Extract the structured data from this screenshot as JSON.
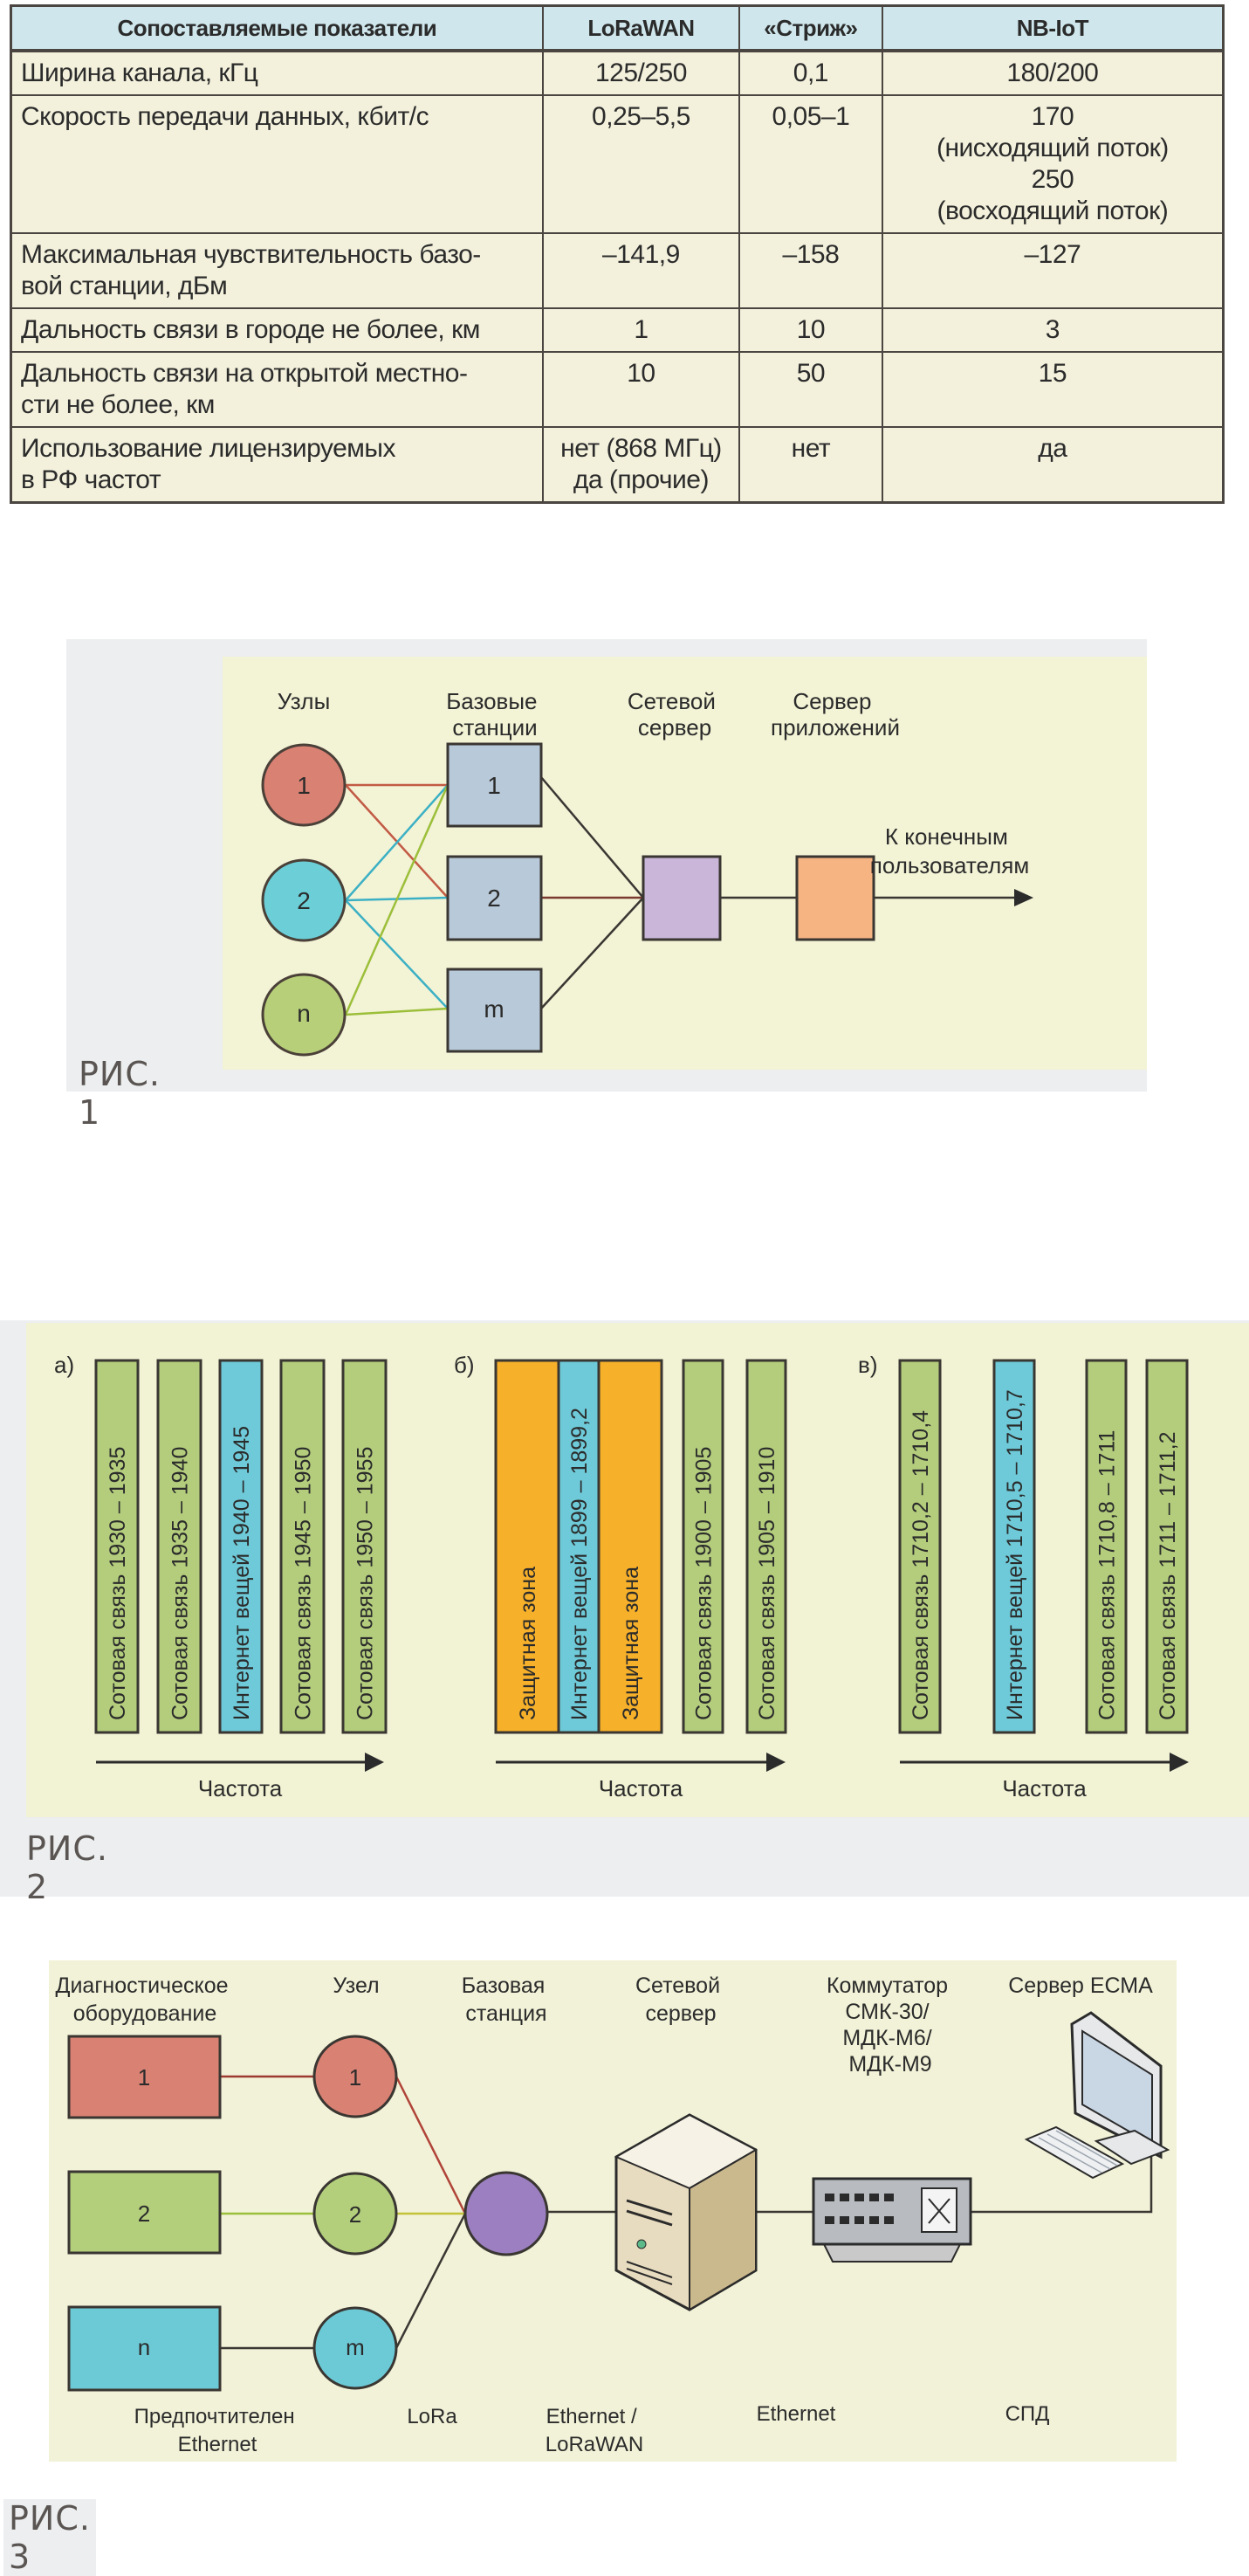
{
  "table": {
    "headers": [
      "Сопоставляемые показатели",
      "LoRaWAN",
      "«Стриж»",
      "NB-IoT"
    ],
    "rows": [
      {
        "param": [
          "Ширина канала, кГц"
        ],
        "lorawan": [
          "125/250"
        ],
        "strizh": [
          "0,1"
        ],
        "nbiot": [
          "180/200"
        ]
      },
      {
        "param": [
          "Скорость передачи данных, кбит/с"
        ],
        "lorawan": [
          "0,25–5,5"
        ],
        "strizh": [
          "0,05–1"
        ],
        "nbiot": [
          "170",
          "(нисходящий поток)",
          "250",
          "(восходящий поток)"
        ]
      },
      {
        "param": [
          "Максимальная чувствительность базо-",
          "вой станции, дБм"
        ],
        "lorawan": [
          "–141,9"
        ],
        "strizh": [
          "–158"
        ],
        "nbiot": [
          "–127"
        ]
      },
      {
        "param": [
          "Дальность связи в городе не более, км"
        ],
        "lorawan": [
          "1"
        ],
        "strizh": [
          "10"
        ],
        "nbiot": [
          "3"
        ]
      },
      {
        "param": [
          "Дальность связи на открытой местно-",
          "сти не более, км"
        ],
        "lorawan": [
          "10"
        ],
        "strizh": [
          "50"
        ],
        "nbiot": [
          "15"
        ]
      },
      {
        "param": [
          "Использование лицензируемых",
          "в РФ частот"
        ],
        "lorawan": [
          "нет (868 МГц)",
          "да (прочие)"
        ],
        "strizh": [
          "нет"
        ],
        "nbiot": [
          "да"
        ]
      }
    ]
  },
  "fig1": {
    "caption": "РИС. 1",
    "headings": {
      "nodes": "Узлы",
      "base_stations": [
        "Базовые",
        "станции"
      ],
      "network_server": [
        "Сетевой",
        "сервер"
      ],
      "app_server": [
        "Сервер",
        "приложений"
      ]
    },
    "nodes": [
      "1",
      "2",
      "n"
    ],
    "stations": [
      "1",
      "2",
      "m"
    ],
    "end_users": [
      "К конечным",
      "пользователям"
    ],
    "colors": {
      "node1": "#d98173",
      "node2": "#6ccfd8",
      "node3": "#b7cf79",
      "station": "#b8c9d9",
      "network_server": "#c9b6d8",
      "app_server": "#f7b483",
      "panel": "#f3f3d6",
      "frame": "#eceeef"
    }
  },
  "fig2": {
    "caption": "РИС. 2",
    "axis_label": "Частота",
    "groups": [
      {
        "label": "а)",
        "bands": [
          {
            "text": "Сотовая связь 1930 – 1935",
            "kind": "cellular"
          },
          {
            "text": "Сотовая связь 1935 – 1940",
            "kind": "cellular"
          },
          {
            "text": "Интернет вещей 1940 – 1945",
            "kind": "iot"
          },
          {
            "text": "Сотовая связь 1945 – 1950",
            "kind": "cellular"
          },
          {
            "text": "Сотовая связь 1950 – 1955",
            "kind": "cellular"
          }
        ]
      },
      {
        "label": "б)",
        "bands": [
          {
            "text": "Защитная зона",
            "kind": "guard"
          },
          {
            "text": "Интернет вещей 1899 – 1899,2",
            "kind": "iot"
          },
          {
            "text": "Защитная зона",
            "kind": "guard"
          },
          {
            "text": "Сотовая связь 1900 – 1905",
            "kind": "cellular"
          },
          {
            "text": "Сотовая связь 1905 – 1910",
            "kind": "cellular"
          }
        ]
      },
      {
        "label": "в)",
        "bands": [
          {
            "text": "Сотовая связь 1710,2 – 1710,4",
            "kind": "cellular"
          },
          {
            "text": "Интернет вещей 1710,5 – 1710,7",
            "kind": "iot"
          },
          {
            "text": "Сотовая связь 1710,8 – 1711",
            "kind": "cellular"
          },
          {
            "text": "Сотовая связь 1711 – 1711,2",
            "kind": "cellular"
          }
        ]
      }
    ],
    "colors": {
      "cellular": "#b3cd7c",
      "iot": "#6ecad8",
      "guard": "#f6b02a",
      "panel": "#f2f2d4"
    }
  },
  "fig3": {
    "caption": "РИС. 3",
    "headings": {
      "equipment": [
        "Диагностическое",
        "оборудование"
      ],
      "node": [
        "Узел"
      ],
      "base_station": [
        "Базовая",
        "станция"
      ],
      "network_server": [
        "Сетевой",
        "сервер"
      ],
      "switch": [
        "Коммутатор",
        "СМК-30/",
        "МДК-М6/",
        "МДК-М9"
      ],
      "ecma_server": [
        "Сервер ЕСМА"
      ]
    },
    "equipment": [
      "1",
      "2",
      "n"
    ],
    "nodes": [
      "1",
      "2",
      "m"
    ],
    "links": {
      "equipment_node": [
        "Предпочтителен",
        "Ethernet"
      ],
      "node_base": [
        "LoRa"
      ],
      "base_server": [
        "Ethernet /",
        "LoRaWAN"
      ],
      "server_switch": [
        "Ethernet"
      ],
      "switch_ecma": [
        "СПД"
      ]
    },
    "colors": {
      "eq1": "#d98173",
      "eq2": "#b3cf7c",
      "eq3": "#6ccad6",
      "base": "#9b7fc0",
      "panel": "#f2f2d8"
    }
  }
}
